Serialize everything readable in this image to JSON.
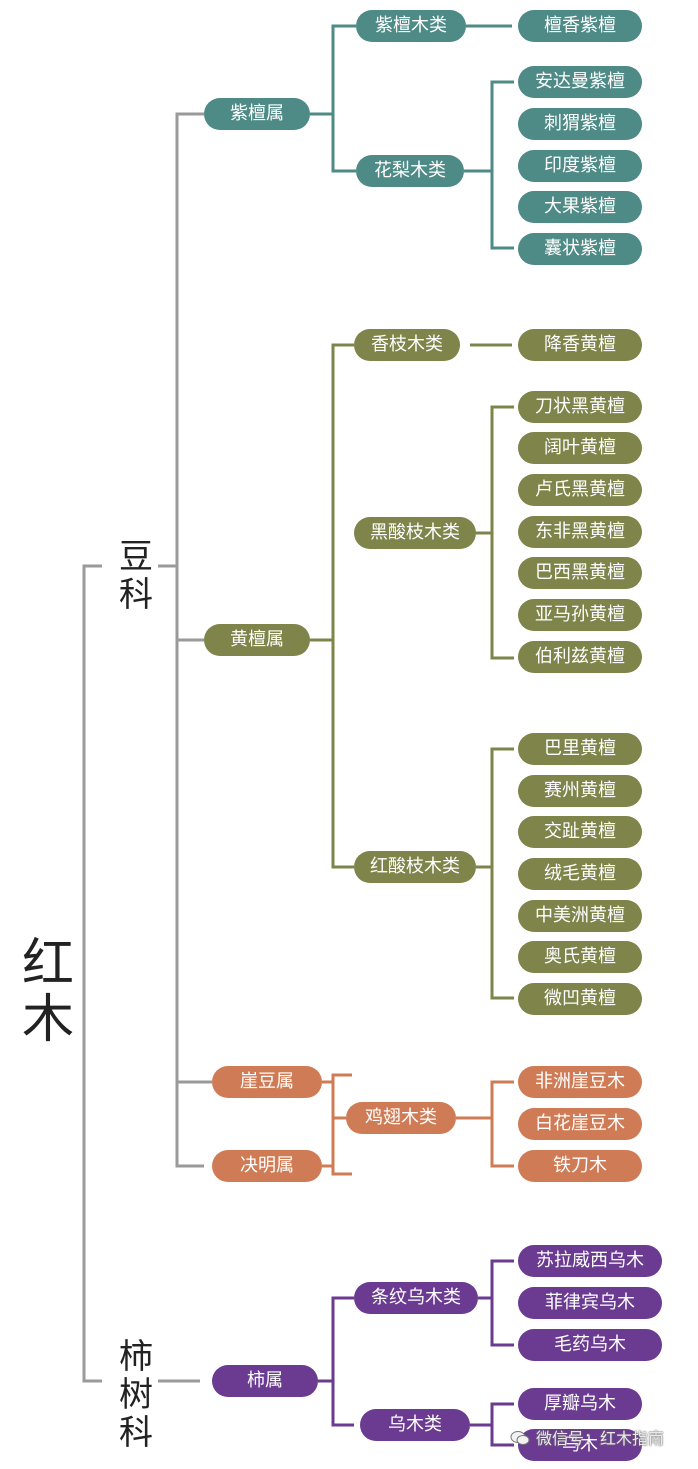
{
  "root": {
    "label": "红木"
  },
  "families": {
    "dou": {
      "label": "豆科"
    },
    "shishu": {
      "label": "柿树科"
    }
  },
  "nodes": {
    "zitan_shu": "紫檀属",
    "zitanmu_lei": "紫檀木类",
    "tanxiang_zitan": "檀香紫檀",
    "hualimu_lei": "花梨木类",
    "andaman_zitan": "安达曼紫檀",
    "ciwei_zitan": "刺猬紫檀",
    "yindu_zitan": "印度紫檀",
    "daguo_zitan": "大果紫檀",
    "nangzhuang_zitan": "囊状紫檀",
    "huangtan_shu": "黄檀属",
    "xiangzhimu_lei": "香枝木类",
    "jiangxiang_huangtan": "降香黄檀",
    "heisuanzhimu_lei": "黑酸枝木类",
    "daozhuang_heihuangtan": "刀状黑黄檀",
    "kuoye_huangtan": "阔叶黄檀",
    "lushi_heihuangtan": "卢氏黑黄檀",
    "dongfei_heihuangtan": "东非黑黄檀",
    "baxi_heihuangtan": "巴西黑黄檀",
    "yamasun_huangtan": "亚马孙黄檀",
    "bolizi_huangtan": "伯利兹黄檀",
    "hongsuanzhimu_lei": "红酸枝木类",
    "bali_huangtan": "巴里黄檀",
    "saizhou_huangtan": "赛州黄檀",
    "jiaozhi_huangtan": "交趾黄檀",
    "rongmao_huangtan": "绒毛黄檀",
    "zhongmeizhou_huangtan": "中美洲黄檀",
    "aoshi_huangtan": "奥氏黄檀",
    "weiao_huangtan": "微凹黄檀",
    "yadou_shu": "崖豆属",
    "jueming_shu": "决明属",
    "jichimu_lei": "鸡翅木类",
    "feizhou_yadoumu": "非洲崖豆木",
    "baihua_yadoumu": "白花崖豆木",
    "tiedaomu": "铁刀木",
    "shi_shu": "柿属",
    "tiaowen_wumu_lei": "条纹乌木类",
    "sulaweixi_wumu": "苏拉威西乌木",
    "feilvbin_wumu": "菲律宾乌木",
    "maoyao_wumu": "毛药乌木",
    "wumu_lei": "乌木类",
    "houban_wumu": "厚瓣乌木",
    "wumu": "乌木"
  },
  "watermark": "微信号：红木指南",
  "colors": {
    "zitan": "#4e8a86",
    "huangtan": "#7e844a",
    "yadou": "#cf7c56",
    "shi": "#6b3b91",
    "line": "#9a9a9a"
  }
}
